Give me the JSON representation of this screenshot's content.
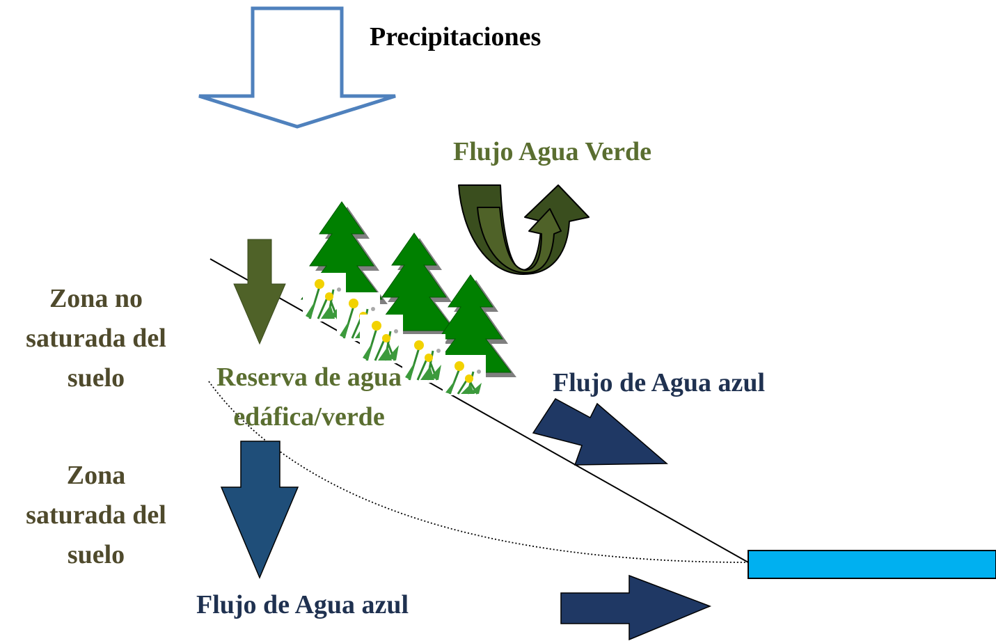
{
  "labels": {
    "precipitation": "Precipitaciones",
    "green_water_flux": "Flujo Agua Verde",
    "unsaturated_zone": [
      "Zona no",
      "saturada del",
      "suelo"
    ],
    "soil_water_reserve": [
      "Reserva de agua",
      "edáfica/verde"
    ],
    "blue_water_flux_surface": "Flujo de Agua azul",
    "saturated_zone": [
      "Zona",
      "saturada del",
      "suelo"
    ],
    "blue_water_flux_groundwater": "Flujo de Agua azul"
  },
  "icons": {
    "precipitation_arrow": "hollow-down-arrow-icon",
    "green_flux_arrow": "u-turn-up-arrow-icon",
    "infiltration_arrow": "down-arrow-icon",
    "percolation_arrow": "down-arrow-icon",
    "surface_runoff_arrow": "diagonal-arrow-icon",
    "groundwater_arrow": "right-arrow-icon",
    "trees": "pine-tree-icon",
    "flowers": "dandelion-icon",
    "stream": "water-body-icon"
  },
  "colors": {
    "text_dark": "#4f4a2c",
    "text_green": "#5a6e30",
    "text_navy": "#1f3150",
    "precip_outline": "#4f81bd",
    "green_arrow": "#4f6228",
    "blue_arrow_dark": "#1f3864",
    "blue_arrow_mid": "#1f4e79",
    "tree_green": "#008000",
    "stream_blue": "#00b0f0"
  }
}
